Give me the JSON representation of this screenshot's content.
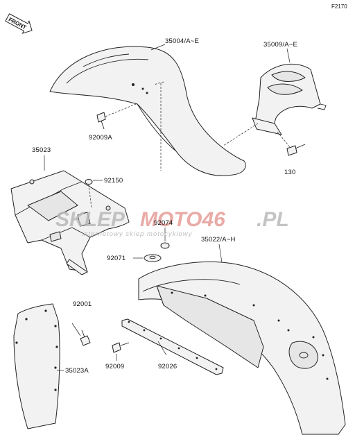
{
  "figure_code": "F2170",
  "front_label": "FRONT",
  "watermark": {
    "brand_grey": "SKLEP",
    "brand_red": "MOTO46",
    "domain": ".PL",
    "subtitle": "internetowy sklep motocyklowy"
  },
  "parts": {
    "p35004": "35004/A~E",
    "p35009": "35009/A~E",
    "p92009A": "92009A",
    "p130": "130",
    "p35023": "35023",
    "p92150": "92150",
    "p92074": "92074",
    "p35022": "35022/A~H",
    "p92071": "92071",
    "p92001": "92001",
    "p35023A": "35023A",
    "p92009": "92009",
    "p92026": "92026"
  },
  "colors": {
    "line": "#222222",
    "fill": "#f2f2f2",
    "watermark_red": "#e7a39d",
    "watermark_grey": "#b9b9b9"
  }
}
